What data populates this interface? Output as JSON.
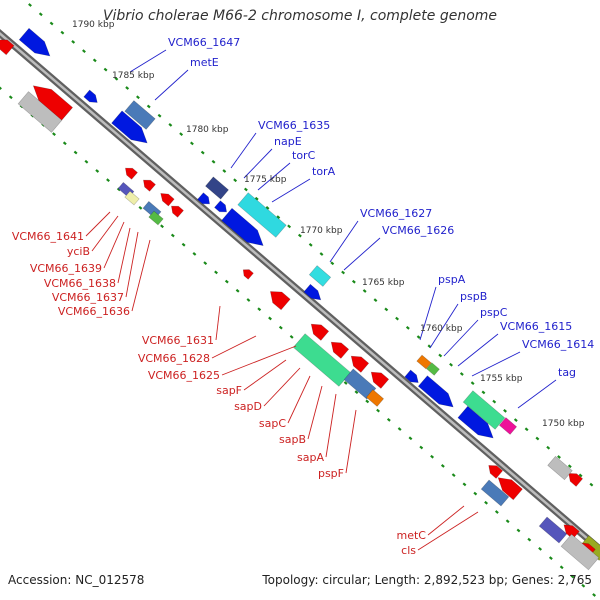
{
  "title": "Vibrio cholerae M66-2 chromosome I, complete genome",
  "footer": {
    "accession": "Accession: NC_012578",
    "topology": "Topology: circular; Length: 2,892,523 bp; Genes: 2,765"
  },
  "colors": {
    "backbone_outer": "#606060",
    "backbone_inner": "#bdbdbd",
    "tick": "#1a8a1a",
    "forward_cds": "#0000dd",
    "reverse_cds": "#ee0000",
    "forward_label": "#2222cc",
    "reverse_label": "#cc2222"
  },
  "scale_labels": [
    "1790 kbp",
    "1785 kbp",
    "1780 kbp",
    "1775 kbp",
    "1770 kbp",
    "1765 kbp",
    "1760 kbp",
    "1755 kbp",
    "1750 kbp"
  ],
  "forward_genes": [
    "VCM66_1647",
    "metE",
    "VCM66_1635",
    "napE",
    "torC",
    "torA",
    "VCM66_1627",
    "VCM66_1626",
    "pspA",
    "pspB",
    "pspC",
    "VCM66_1615",
    "VCM66_1614",
    "tag"
  ],
  "reverse_genes": [
    "VCM66_1641",
    "yciB",
    "VCM66_1639",
    "VCM66_1638",
    "VCM66_1637",
    "VCM66_1636",
    "VCM66_1631",
    "VCM66_1628",
    "VCM66_1625",
    "sapF",
    "sapD",
    "sapC",
    "sapB",
    "sapA",
    "pspF",
    "metC",
    "cls"
  ]
}
